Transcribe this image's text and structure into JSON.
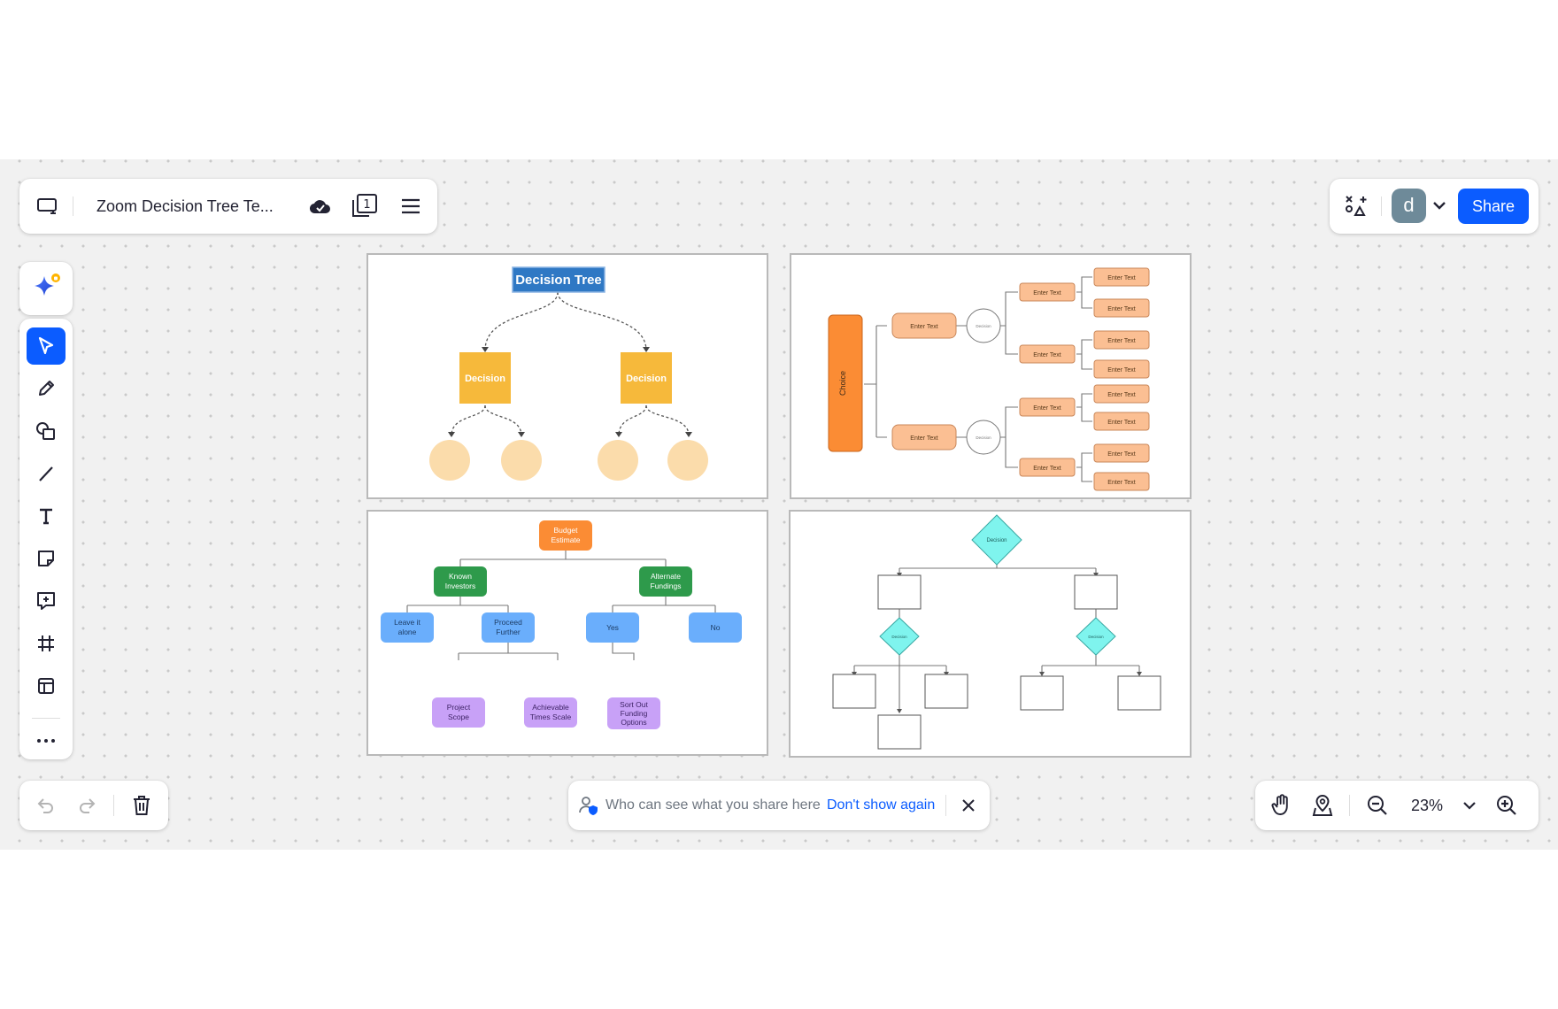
{
  "header": {
    "doc_title": "Zoom Decision Tree Te...",
    "share_label": "Share",
    "avatar_letter": "d",
    "icons": [
      "board-menu-icon",
      "cloud-saved-icon",
      "page-count-icon",
      "hamburger-menu-icon",
      "smart-recognition-icon",
      "chevron-down-icon"
    ],
    "page_count": "1"
  },
  "toolbar": {
    "tools": [
      "select",
      "pen",
      "shapes",
      "line",
      "text",
      "sticky-note",
      "comment",
      "frame",
      "template",
      "more"
    ],
    "active_tool": "select",
    "accent": "#0b5cff"
  },
  "notice": {
    "text": "Who can see what you share here",
    "link": "Don't show again"
  },
  "zoom": {
    "level": "23%"
  },
  "templates": {
    "tree1": {
      "title": "Decision Tree",
      "left_decision": "Decision",
      "right_decision": "Decision"
    },
    "tree2": {
      "root": "Choice",
      "mid_top": "Enter Text",
      "mid_bottom": "Enter Text",
      "decision_top": "Decision",
      "decision_bottom": "Decision",
      "level3": [
        "Enter Text",
        "Enter Text",
        "Enter Text",
        "Enter Text"
      ],
      "leaves": [
        "Enter Text",
        "Enter Text",
        "Enter Text",
        "Enter Text",
        "Enter Text",
        "Enter Text",
        "Enter Text",
        "Enter Text"
      ]
    },
    "tree3": {
      "root": [
        "Budget",
        "Estimate"
      ],
      "known": [
        "Known",
        "Investors"
      ],
      "alternate": [
        "Alternate",
        "Fundings"
      ],
      "leave": [
        "Leave it",
        "alone"
      ],
      "proceed": [
        "Proceed",
        "Further"
      ],
      "yes": "Yes",
      "no": "No",
      "scope": [
        "Project",
        "Scope"
      ],
      "times": [
        "Achievable",
        "Times Scale"
      ],
      "sort": [
        "Sort Out",
        "Funding",
        "Options"
      ]
    },
    "tree4": {
      "top": "Decision",
      "left": "Decision",
      "right": "Decision"
    }
  },
  "colors": {
    "canvas": "#f1f1f1",
    "yellow_box": "#f6b93b",
    "peach_circle": "#fbdcab",
    "title_blue": "#2f78c4",
    "orange": "#fb8c34",
    "peach_box": "#fbbf93",
    "green": "#2e9a4b",
    "blue_box": "#6aaefc",
    "purple_box": "#c8a1f7",
    "cyan_diamond": "#7ff4ee"
  }
}
